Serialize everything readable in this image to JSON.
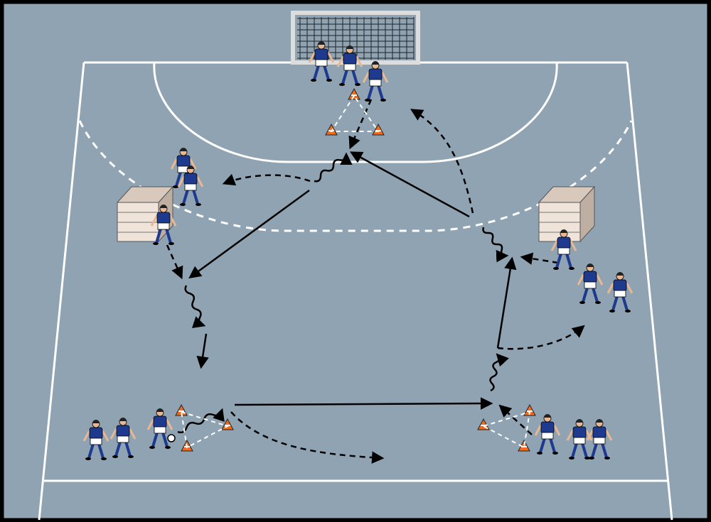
{
  "diagram": {
    "type": "handball-drill",
    "colors": {
      "court": "#8fa3b3",
      "lines": "#ffffff",
      "jersey": "#1d3a8f",
      "shorts": "#ffffff",
      "cone": "#f26a1b",
      "arrow": "#000000",
      "frame": "#000000"
    },
    "counts": {
      "players": 15,
      "cones": 9,
      "boxes": 2,
      "goals": 1,
      "balls": 1
    }
  }
}
